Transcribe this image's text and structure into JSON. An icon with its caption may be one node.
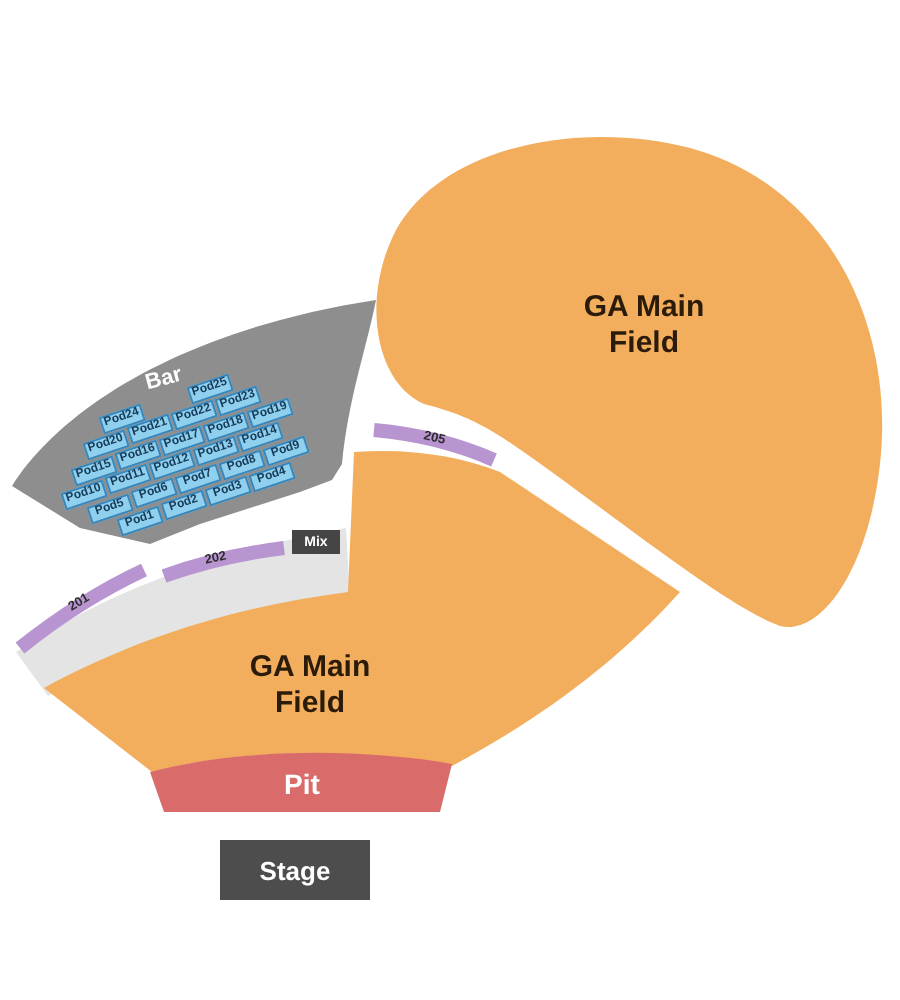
{
  "diagram": {
    "nodes": [
      {
        "text": [
          "GA Main Field"
        ]
      },
      {
        "text": [
          "Bar"
        ]
      },
      {
        "text": [
          "Pod24"
        ],
        "in": 1
      },
      {
        "text": [
          "Pod25"
        ],
        "in": 1
      },
      {
        "text": [
          "Pod20"
        ],
        "in": 1
      },
      {
        "text": [
          "Pod21"
        ],
        "in": 1
      },
      {
        "text": [
          "Pod22"
        ],
        "in": 1
      },
      {
        "text": [
          "Pod23"
        ],
        "in": 1
      },
      {
        "text": [
          "Pod15"
        ],
        "in": 1
      },
      {
        "text": [
          "Pod16"
        ],
        "in": 1
      },
      {
        "text": [
          "Pod17"
        ],
        "in": 1
      },
      {
        "text": [
          "Pod18"
        ],
        "in": 1
      },
      {
        "text": [
          "Pod19"
        ],
        "in": 1
      },
      {
        "text": [
          "Pod10"
        ],
        "in": 1
      },
      {
        "text": [
          "Pod11"
        ],
        "in": 1
      },
      {
        "text": [
          "Pod12"
        ],
        "in": 1
      },
      {
        "text": [
          "Pod13"
        ],
        "in": 1
      },
      {
        "text": [
          "Pod14"
        ],
        "in": 1
      },
      {
        "text": [
          "Pod5"
        ],
        "in": 1
      },
      {
        "text": [
          "Pod6"
        ],
        "in": 1
      },
      {
        "text": [
          "Pod7"
        ],
        "in": 1
      },
      {
        "text": [
          "Pod8"
        ],
        "in": 1
      },
      {
        "text": [
          "Pod9"
        ],
        "in": 1
      },
      {
        "text": [
          "Pod1"
        ],
        "in": 1
      },
      {
        "text": [
          "Pod2"
        ],
        "in": 1
      },
      {
        "text": [
          "Pod3"
        ],
        "in": 1
      },
      {
        "text": [
          "Pod4"
        ],
        "in": 1
      },
      {
        "text": [
          "205"
        ]
      },
      {
        "text": [
          "Mix"
        ]
      },
      {
        "text": [
          "202"
        ]
      },
      {
        "text": [
          "201"
        ]
      },
      {
        "text": [
          "GA Main Field"
        ]
      },
      {
        "text": [
          "Pit"
        ]
      },
      {
        "text": [
          "Stage"
        ]
      }
    ]
  }
}
